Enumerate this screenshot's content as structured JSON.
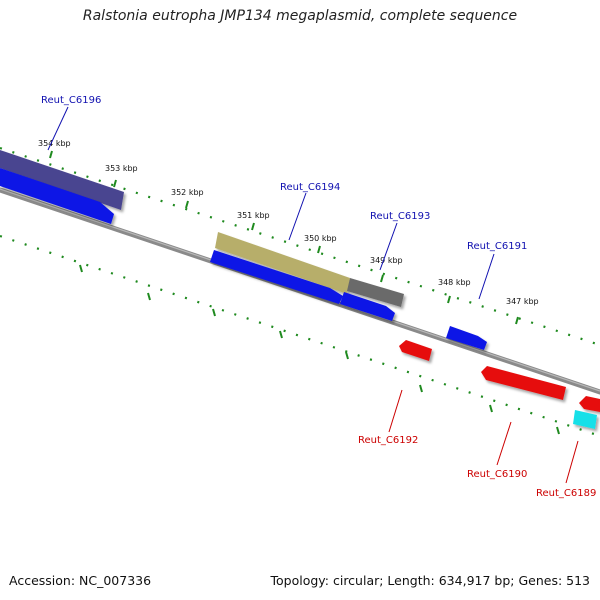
{
  "title": "Ralstonia eutropha JMP134 megaplasmid, complete sequence",
  "footer": {
    "accession": "Accession: NC_007336",
    "topology": "Topology: circular; Length: 634,917 bp; Genes: 513"
  },
  "colors": {
    "forward_gene": "#0a14e6",
    "reverse_gene": "#e61010",
    "label_forward": "#1010b0",
    "label_reverse": "#cc0000",
    "feature_purple": "#4a4590",
    "feature_olive": "#b7ae6a",
    "feature_gray": "#6a6a6a",
    "feature_cyan": "#18e0e8",
    "backbone": "#808080",
    "ticks": "#1f8a1f"
  },
  "ticks": [
    "354 kbp",
    "353 kbp",
    "352 kbp",
    "351 kbp",
    "350 kbp",
    "349 kbp",
    "348 kbp",
    "347 kbp"
  ],
  "gene_labels": {
    "forward": [
      "Reut_C6196",
      "Reut_C6194",
      "Reut_C6193",
      "Reut_C6191"
    ],
    "reverse": [
      "Reut_C6192",
      "Reut_C6190",
      "Reut_C6189"
    ]
  }
}
